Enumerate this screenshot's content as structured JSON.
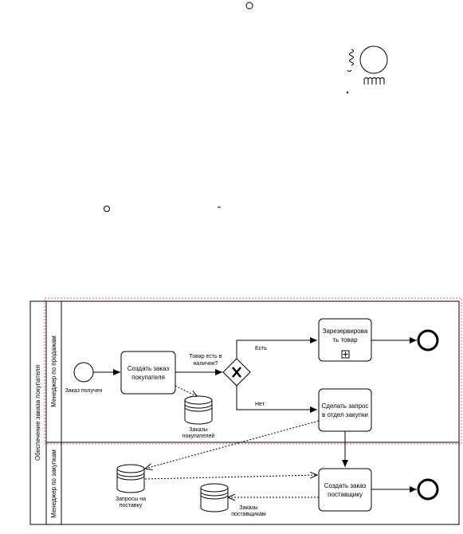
{
  "pool": {
    "label": "Обеспечение заказа покупателя"
  },
  "lanes": [
    {
      "label": "Менеджер по продажам"
    },
    {
      "label": "Менеджер по закупкам"
    }
  ],
  "events": {
    "start": {
      "label": "Заказ получен"
    }
  },
  "tasks": {
    "create_customer_order": {
      "line1": "Создать заказ",
      "line2": "покупателя"
    },
    "reserve_goods": {
      "line1": "Зарезервирова",
      "line2": "ть товар"
    },
    "request_purchasing": {
      "line1": "Сделать запрос",
      "line2": "в отдел закупки"
    },
    "create_supplier_order": {
      "line1": "Создать заказ",
      "line2": "поставщику"
    }
  },
  "gateway": {
    "line1": "Товар есть в",
    "line2": "наличии?"
  },
  "flows": {
    "yes_label": "Есть",
    "no_label": "Нет"
  },
  "data_stores": {
    "customer_orders": {
      "line1": "Заказы",
      "line2": "покупателей"
    },
    "supply_requests": {
      "line1": "Запросы на",
      "line2": "поставку"
    },
    "supplier_orders": {
      "line1": "Заказы",
      "line2": "поставщикам"
    }
  }
}
